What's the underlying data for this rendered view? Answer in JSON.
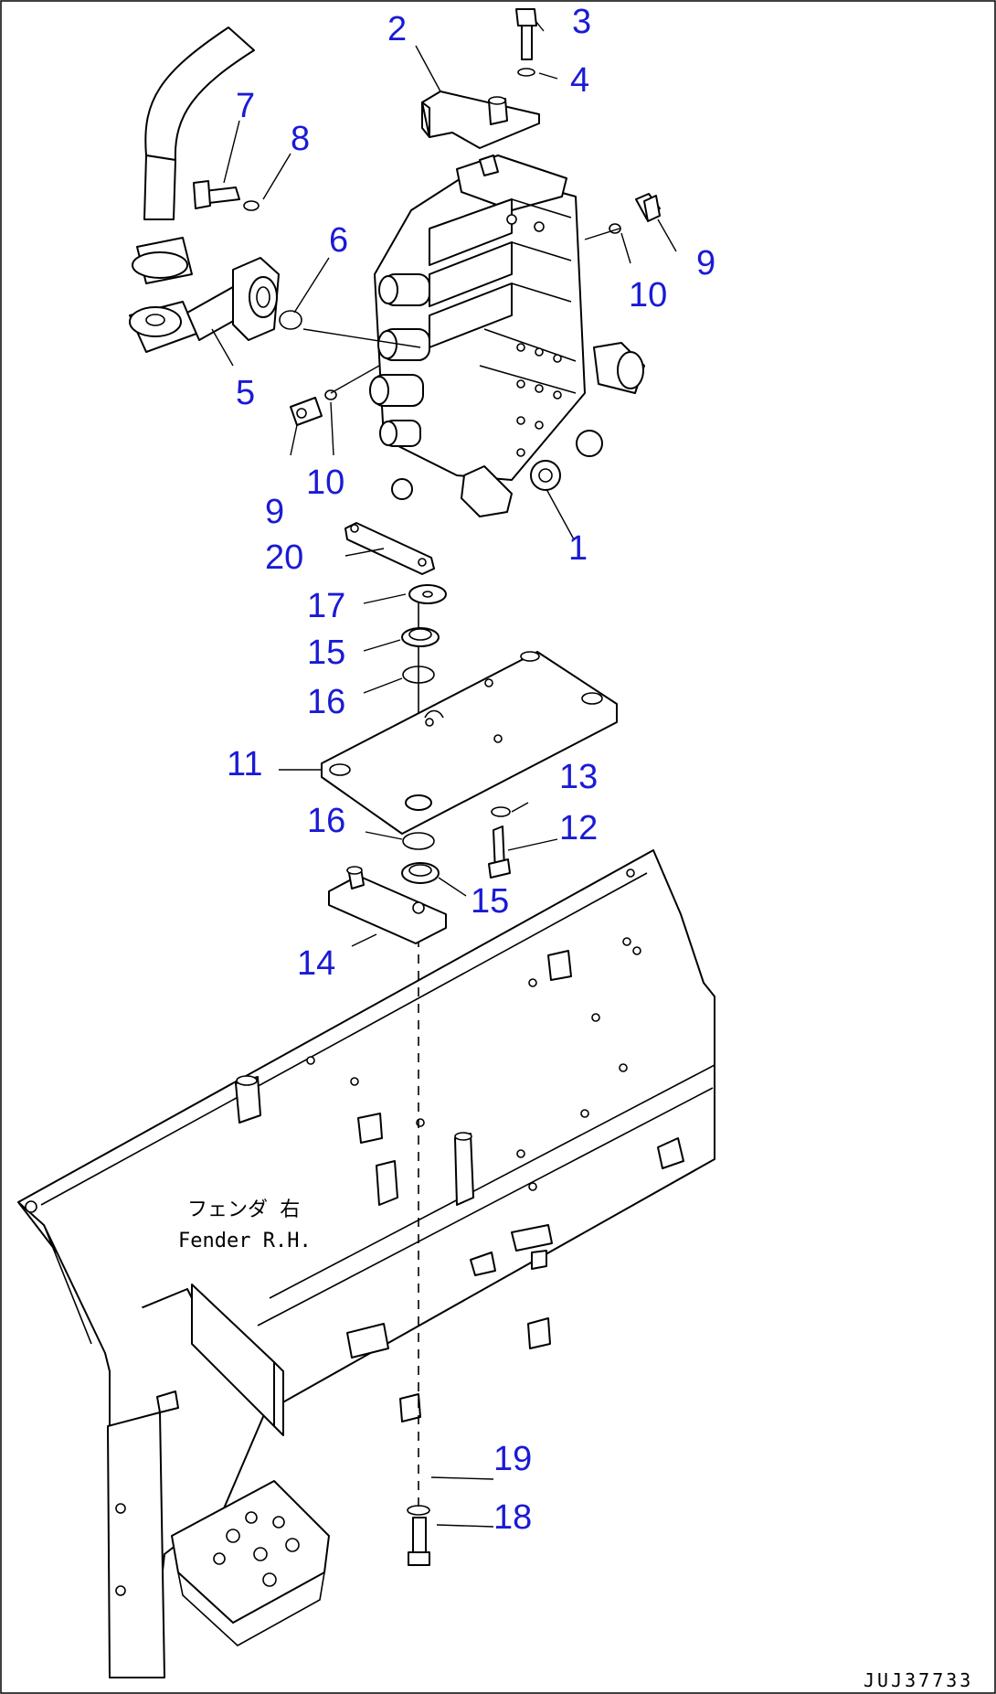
{
  "callouts": [
    {
      "id": "c1",
      "text": "1"
    },
    {
      "id": "c2",
      "text": "2"
    },
    {
      "id": "c3",
      "text": "3"
    },
    {
      "id": "c4",
      "text": "4"
    },
    {
      "id": "c5",
      "text": "5"
    },
    {
      "id": "c6",
      "text": "6"
    },
    {
      "id": "c7",
      "text": "7"
    },
    {
      "id": "c8",
      "text": "8"
    },
    {
      "id": "c9a",
      "text": "9"
    },
    {
      "id": "c9b",
      "text": "9"
    },
    {
      "id": "c10a",
      "text": "10"
    },
    {
      "id": "c10b",
      "text": "10"
    },
    {
      "id": "c11",
      "text": "11"
    },
    {
      "id": "c12",
      "text": "12"
    },
    {
      "id": "c13",
      "text": "13"
    },
    {
      "id": "c14",
      "text": "14"
    },
    {
      "id": "c15a",
      "text": "15"
    },
    {
      "id": "c15b",
      "text": "15"
    },
    {
      "id": "c16a",
      "text": "16"
    },
    {
      "id": "c16b",
      "text": "16"
    },
    {
      "id": "c17",
      "text": "17"
    },
    {
      "id": "c18",
      "text": "18"
    },
    {
      "id": "c19",
      "text": "19"
    },
    {
      "id": "c20",
      "text": "20"
    }
  ],
  "fender_label": {
    "japanese": "フェンダ 右",
    "english": "Fender R.H."
  },
  "drawing_code": "JUJ37733",
  "colors": {
    "callout": "#1a1ad6",
    "line": "#000000",
    "background": "#ffffff"
  }
}
